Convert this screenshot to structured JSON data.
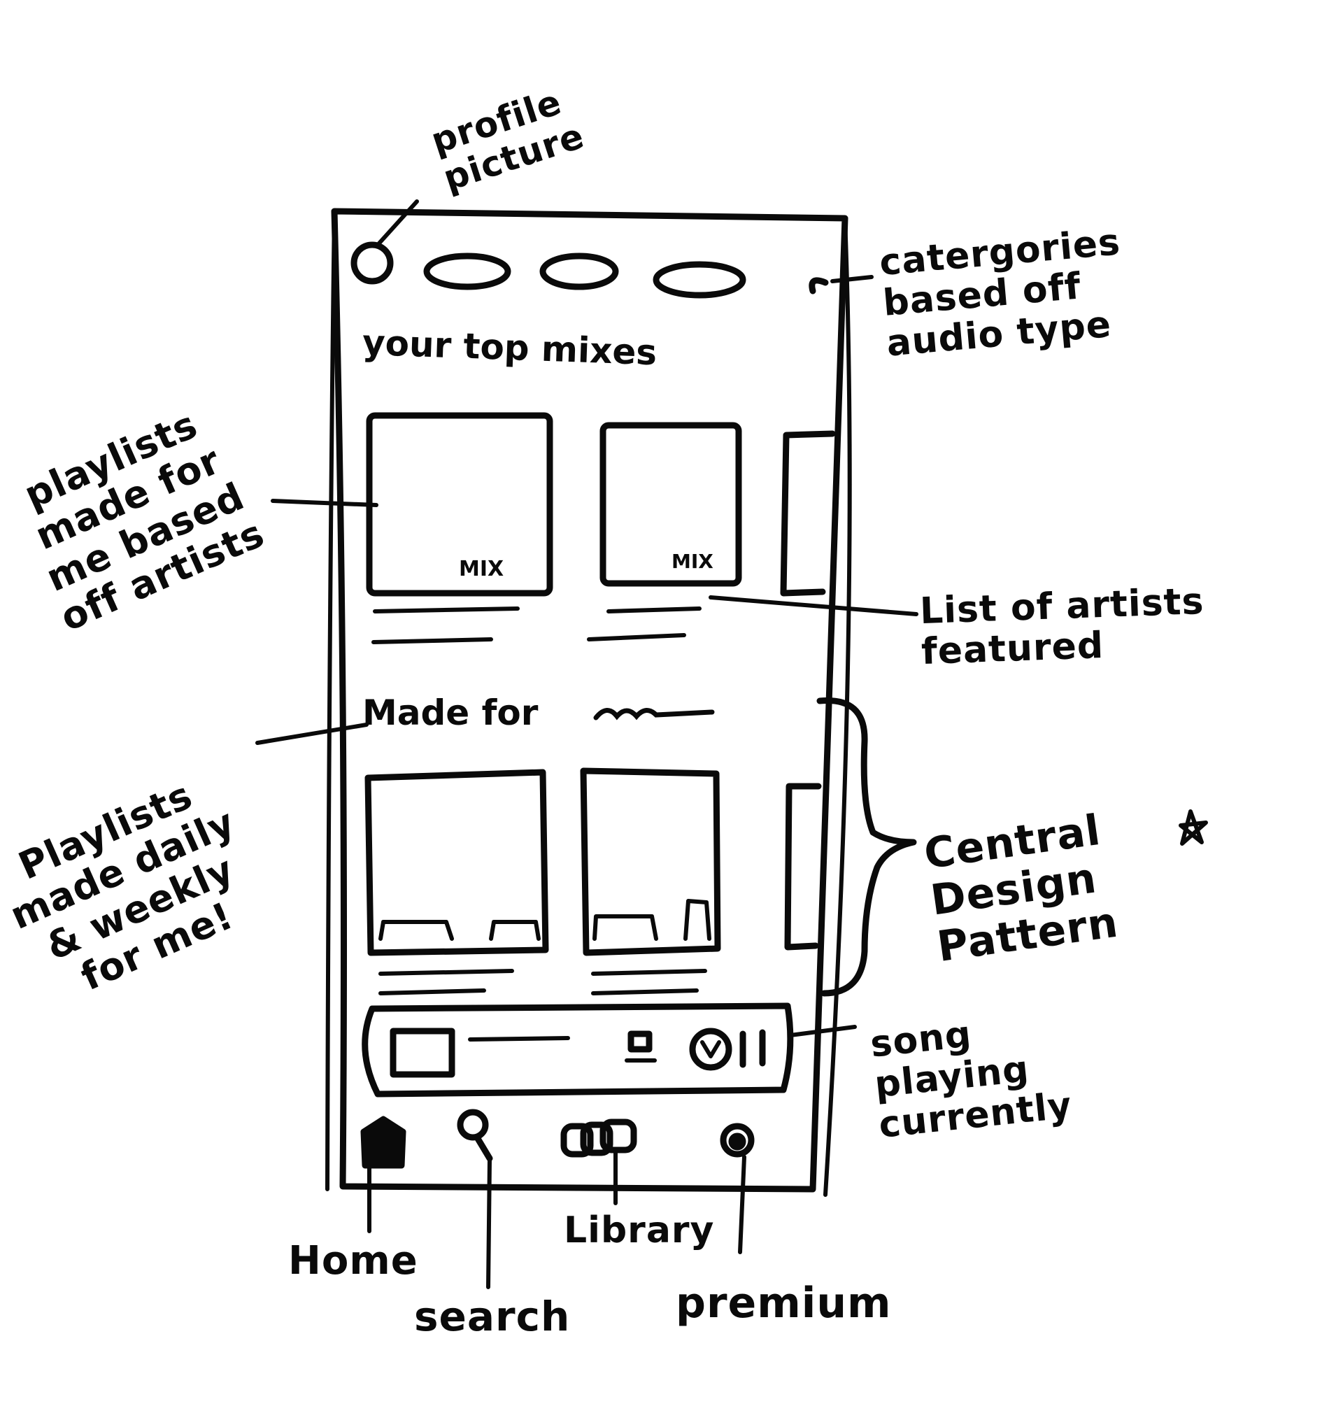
{
  "annotations": {
    "profile_picture": "profile\npicture",
    "categories": "catergories\nbased off\naudio type",
    "playlists_artists": "playlists\nmade for\nme based\noff artists",
    "artists_list": "List of artists\nfeatured",
    "playlists_daily": "Playlists\nmade daily\n& weekly\nfor me!",
    "central_pattern": "Central\nDesign\nPattern",
    "song_playing": "song\nplaying\ncurrently",
    "nav_home": "Home",
    "nav_search": "search",
    "nav_library": "Library",
    "nav_premium": "premium"
  },
  "screen": {
    "section_top_mixes": "your top mixes",
    "section_made_for": "Made for",
    "mix_label_1": "MIX",
    "mix_label_2": "MIX"
  },
  "icons": [
    "profile-picture",
    "category-pill",
    "home-icon",
    "search-icon",
    "library-icon",
    "premium-icon",
    "device-icon",
    "like-icon",
    "pause-icon",
    "star-icon"
  ]
}
